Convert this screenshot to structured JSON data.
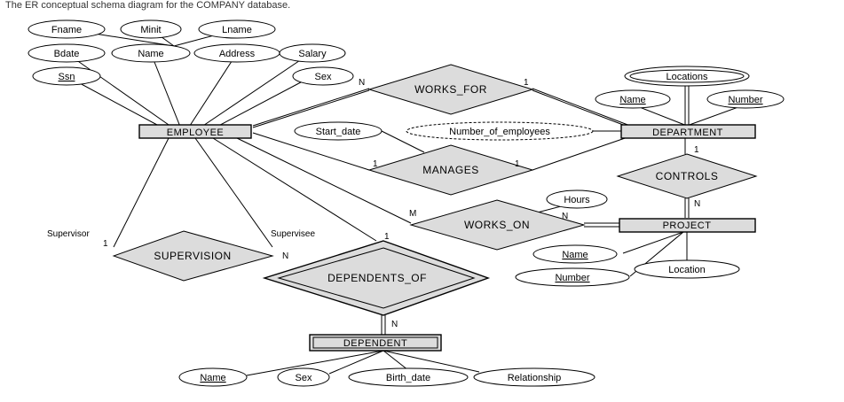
{
  "caption": "The ER conceptual schema diagram for the COMPANY database.",
  "entities": {
    "employee": "EMPLOYEE",
    "department": "DEPARTMENT",
    "project": "PROJECT",
    "dependent": "DEPENDENT"
  },
  "relationships": {
    "works_for": "WORKS_FOR",
    "manages": "MANAGES",
    "works_on": "WORKS_ON",
    "controls": "CONTROLS",
    "supervision": "SUPERVISION",
    "dependents_of": "DEPENDENTS_OF"
  },
  "attributes": {
    "fname": "Fname",
    "minit": "Minit",
    "lname": "Lname",
    "bdate": "Bdate",
    "emp_name": "Name",
    "address": "Address",
    "salary": "Salary",
    "ssn": "Ssn",
    "emp_sex": "Sex",
    "start_date": "Start_date",
    "number_of_employees": "Number_of_employees",
    "locations": "Locations",
    "dept_name": "Name",
    "dept_number": "Number",
    "hours": "Hours",
    "proj_name": "Name",
    "proj_number": "Number",
    "location": "Location",
    "dep_name": "Name",
    "dep_sex": "Sex",
    "birth_date": "Birth_date",
    "relationship": "Relationship"
  },
  "cardinalities": {
    "works_for_emp": "N",
    "works_for_dept": "1",
    "manages_emp": "1",
    "manages_dept": "1",
    "works_on_emp": "M",
    "works_on_proj": "N",
    "controls_dept": "1",
    "controls_proj": "N",
    "supervision_supervisor": "1",
    "supervision_supervisee": "N",
    "dependents_of_emp": "1",
    "dependents_of_dep": "N"
  },
  "roles": {
    "supervisor": "Supervisor",
    "supervisee": "Supervisee"
  }
}
